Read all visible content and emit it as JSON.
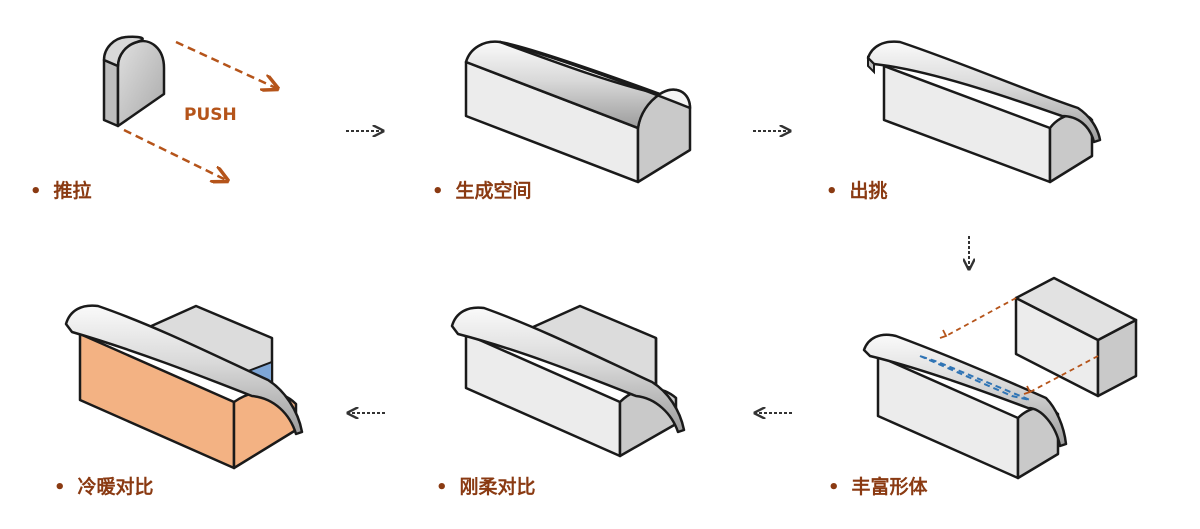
{
  "steps": [
    {
      "id": "push",
      "label": "推拉"
    },
    {
      "id": "generate-space",
      "label": "生成空间"
    },
    {
      "id": "overhang",
      "label": "出挑"
    },
    {
      "id": "rich-form",
      "label": "丰富形体"
    },
    {
      "id": "hard-soft-contrast",
      "label": "刚柔对比"
    },
    {
      "id": "warm-cool-contrast",
      "label": "冷暖对比"
    }
  ],
  "annotations": {
    "push": "PUSH"
  },
  "bullet": "•",
  "colors": {
    "label": "#8a3a12",
    "dashed_arrow": "#b5541a",
    "warm_face": "#f3b283",
    "cool_face": "#7ea6d6",
    "highlight_dash": "#2f74b5",
    "outline": "#1a1a1a",
    "face_light": "#e6e6e6",
    "face_mid": "#cfcfcf",
    "face_dark": "#b0b0b0"
  }
}
